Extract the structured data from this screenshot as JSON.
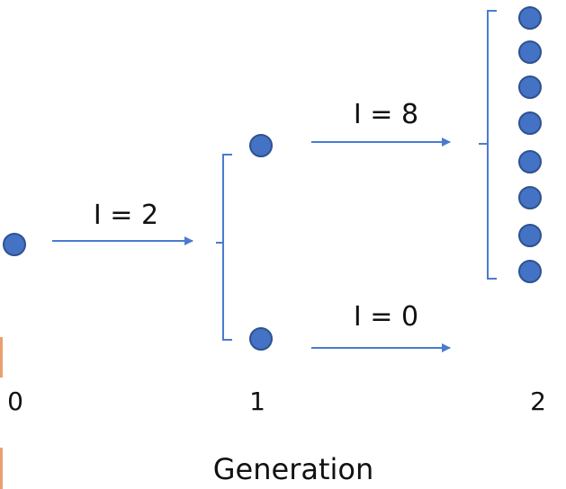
{
  "colors": {
    "node_fill": "#4472C4",
    "node_stroke": "#2F528F",
    "arrow": "#4A7BD0",
    "bracket": "#4A7BD0",
    "text": "#111111",
    "edge_accent": "#E9A070"
  },
  "edges": {
    "gen0_to_gen1": "I = 2",
    "gen1_top_to_gen2": "I = 8",
    "gen1_bottom_to_gen2": "I = 0"
  },
  "generations": [
    "0",
    "1",
    "2"
  ],
  "axis_title": "Generation"
}
